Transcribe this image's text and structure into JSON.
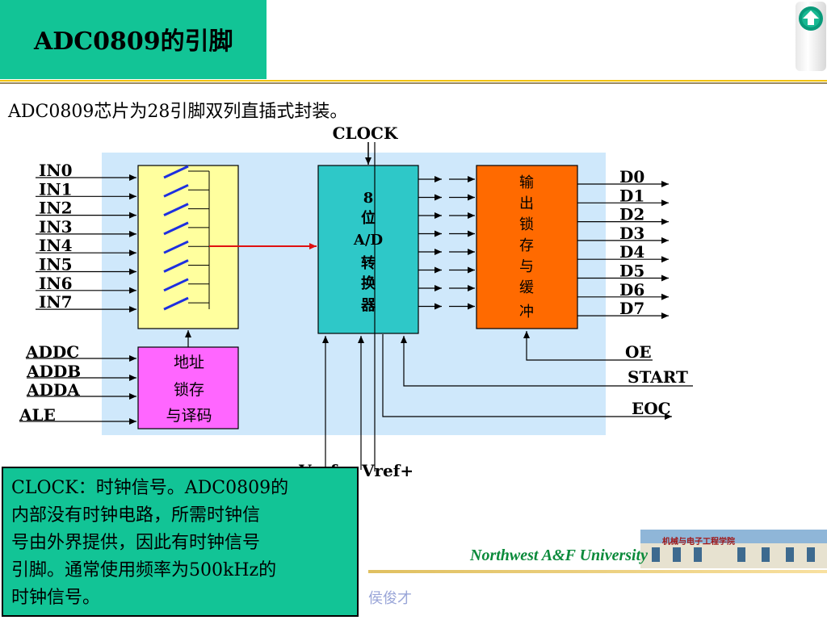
{
  "title": "ADC0809的引脚",
  "intro": "ADC0809芯片为28引脚双列直插式封装。",
  "diagram": {
    "clock_label": "CLOCK",
    "inputs": [
      "IN0",
      "IN1",
      "IN2",
      "IN3",
      "IN4",
      "IN5",
      "IN6",
      "IN7"
    ],
    "address_pins": [
      "ADDC",
      "ADDB",
      "ADDA"
    ],
    "ale_label": "ALE",
    "address_block": [
      "地址",
      "锁存",
      "与译码"
    ],
    "converter_block": [
      "8",
      "位",
      "A/D",
      "转",
      "换",
      "器"
    ],
    "output_block": [
      "输",
      "出",
      "锁",
      "存",
      "与",
      "缓",
      "冲"
    ],
    "outputs": [
      "D0",
      "D1",
      "D2",
      "D3",
      "D4",
      "D5",
      "D6",
      "D7"
    ],
    "oe_label": "OE",
    "start_label": "START",
    "eoc_label": "EOC",
    "vref_minus": "Vref-",
    "vref_plus": "Vref+"
  },
  "note": [
    "CLOCK：时钟信号。ADC0809的",
    "内部没有时钟电路，所需时钟信",
    "号由外界提供，因此有时钟信号",
    "引脚。通常使用频率为500kHz的",
    "时钟信号。"
  ],
  "footer": {
    "university": "Northwest  A&F  University",
    "author": "侯俊才",
    "college_logo": "机械与电子工程学院"
  },
  "colors": {
    "title_bg": "#12c496",
    "diagram_bg": "#cfe8fb",
    "mux_fill": "#ffff9e",
    "converter_fill": "#2ec8c8",
    "output_fill": "#ff6a00",
    "address_fill": "#ff66ff",
    "switch_color": "#1d2fe0",
    "signal_red": "#e01010"
  },
  "icons": [
    "home-icon"
  ]
}
